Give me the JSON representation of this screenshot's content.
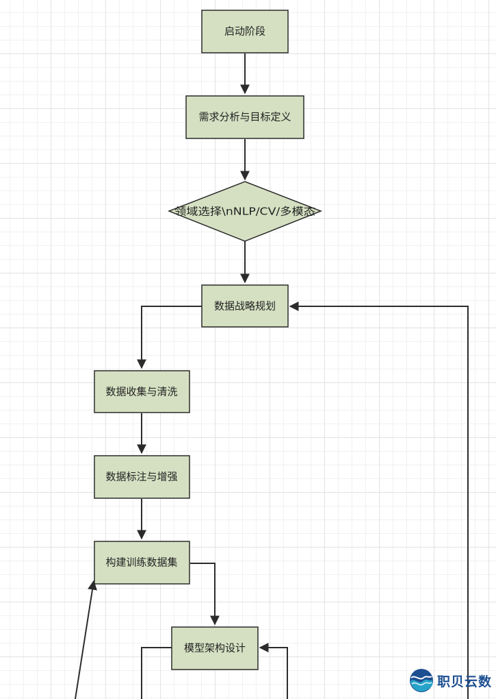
{
  "diagram": {
    "nodes": {
      "start": "启动阶段",
      "requirements": "需求分析与目标定义",
      "domain_choice": "领域选择\\nNLP/CV/多模态",
      "data_strategy": "数据战略规划",
      "data_collection": "数据收集与清洗",
      "data_labeling": "数据标注与增强",
      "build_dataset": "构建训练数据集",
      "model_design": "模型架构设计"
    },
    "colors": {
      "node_fill": "#d5e0c2",
      "node_stroke": "#2b2b2b",
      "edge": "#2b2b2b",
      "grid": "#e2e2e2"
    }
  },
  "watermark": {
    "text": "职贝云数",
    "icon": "wave-globe-logo"
  }
}
